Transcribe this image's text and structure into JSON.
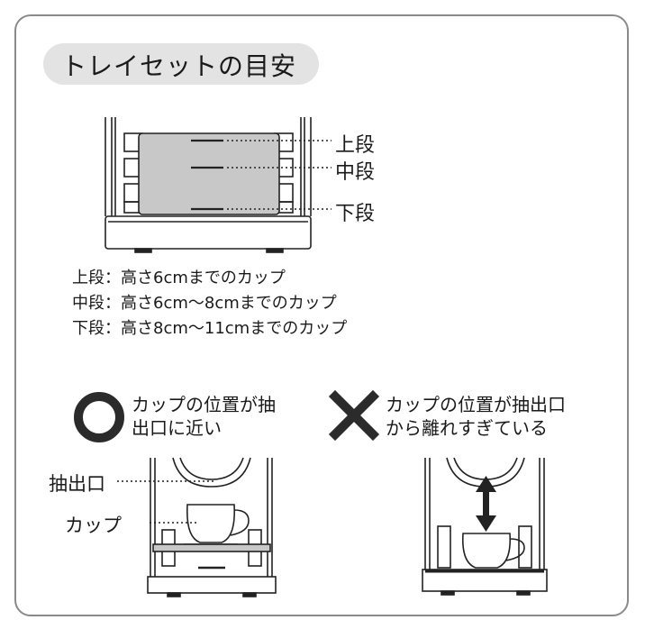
{
  "section_title": "トレイセットの目安",
  "tray_labels": {
    "upper": "上段",
    "middle": "中段",
    "lower": "下段"
  },
  "tray_specs": [
    "上段：高さ6cmまでのカップ",
    "中段：高さ6cm〜8cmまでのカップ",
    "下段：高さ8cm〜11cmまでのカップ"
  ],
  "good_example": {
    "symbol": "circle-icon",
    "caption_line1": "カップの位置が抽",
    "caption_line2": "出口に近い"
  },
  "bad_example": {
    "symbol": "cross-icon",
    "caption_line1": "カップの位置が抽出口",
    "caption_line2": "から離れすぎている"
  },
  "callouts": {
    "spout": "抽出口",
    "cup": "カップ"
  },
  "colors": {
    "frame": "#8a8a8a",
    "pill": "#e3e3e3",
    "tray_fill": "#c8c8c8",
    "symbol": "#2b2b2b"
  }
}
